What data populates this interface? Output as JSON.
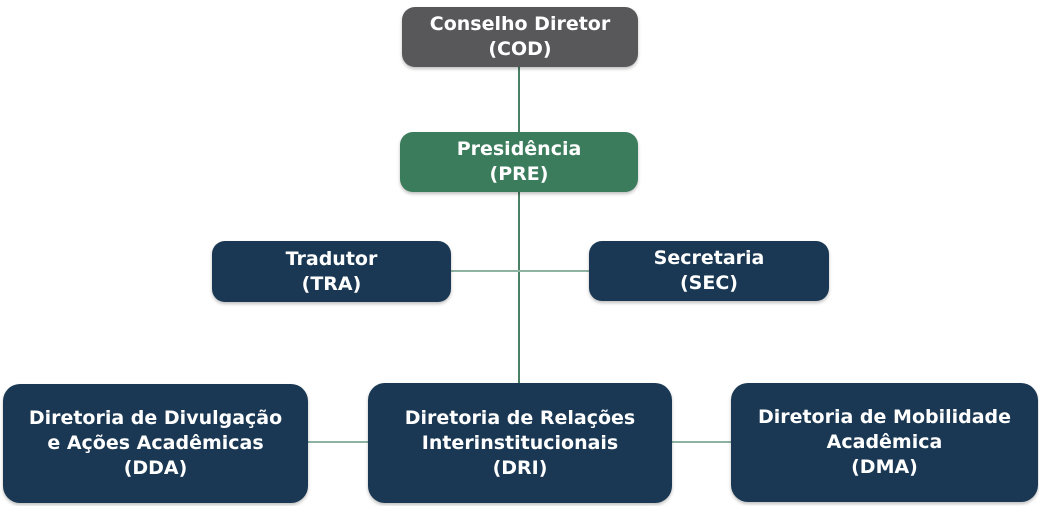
{
  "page": {
    "background": "#ffffff",
    "description": "Organogram / organizational chart"
  },
  "colors": {
    "gray_box": "#58585a",
    "green_box": "#3a7c5b",
    "navy_box": "#1a3853",
    "vertical_connector": "#4a8166",
    "horizontal_connector": "#8fb3a2",
    "text": "#ffffff"
  },
  "org_chart": {
    "nodes": {
      "cod": {
        "line1": "Conselho Diretor",
        "abbr": "(COD)",
        "color": "#58585a"
      },
      "pre": {
        "line1": "Presidência",
        "abbr": "(PRE)",
        "color": "#3a7c5b"
      },
      "tra": {
        "line1": "Tradutor",
        "abbr": "(TRA)",
        "color": "#1a3853"
      },
      "sec": {
        "line1": "Secretaria",
        "abbr": "(SEC)",
        "color": "#1a3853"
      },
      "dda": {
        "line1": "Diretoria de Divulgação",
        "line2": "e Ações Acadêmicas",
        "abbr": "(DDA)",
        "color": "#1a3853"
      },
      "dri": {
        "line1": "Diretoria de Relações",
        "line2": "Interinstitucionais",
        "abbr": "(DRI)",
        "color": "#1a3853"
      },
      "dma": {
        "line1": "Diretoria de Mobilidade",
        "line2": "Acadêmica",
        "abbr": "(DMA)",
        "color": "#1a3853"
      }
    },
    "edges": [
      {
        "from": "cod",
        "to": "pre"
      },
      {
        "from": "pre",
        "to": "tra"
      },
      {
        "from": "pre",
        "to": "sec"
      },
      {
        "from": "pre",
        "to": "dri"
      },
      {
        "from": "dri",
        "to": "dda"
      },
      {
        "from": "dri",
        "to": "dma"
      }
    ]
  }
}
